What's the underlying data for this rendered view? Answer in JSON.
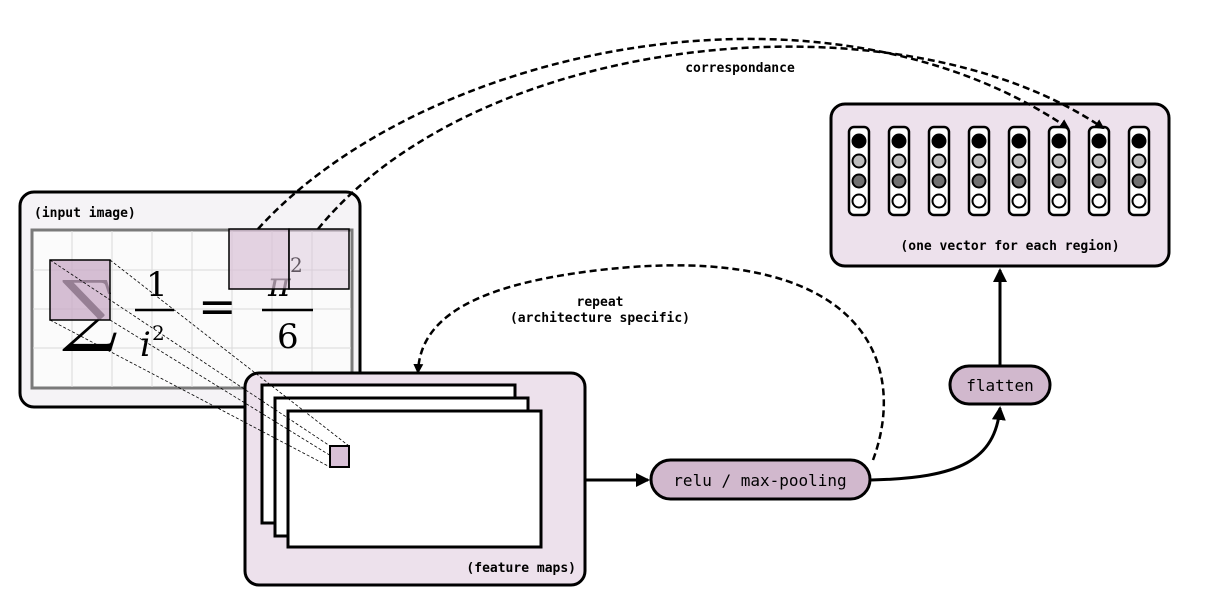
{
  "input_image": {
    "label": "(input image)"
  },
  "formula": {
    "sigma": "∑",
    "numerator": "1",
    "denominator_base": "i",
    "denominator_exp": "2",
    "equals": "=",
    "rhs_base": "π",
    "rhs_exp": "2",
    "rhs_denominator": "6"
  },
  "feature_maps": {
    "label": "(feature maps)"
  },
  "nodes": {
    "relu": "relu / max-pooling",
    "flatten": "flatten"
  },
  "vectors": {
    "label": "(one vector for each region)",
    "count": 8,
    "cell_colors": [
      "#000000",
      "#bdbdbd",
      "#707070",
      "#ffffff"
    ]
  },
  "annotations": {
    "correspondance": "correspondance",
    "repeat_line1": "repeat",
    "repeat_line2": "(architecture specific)"
  },
  "colors": {
    "panel_light": "#f5f3f6",
    "panel_purple": "#ede1ec",
    "node_fill": "#d1b8cd",
    "patch_fill": "#c8aac6"
  }
}
